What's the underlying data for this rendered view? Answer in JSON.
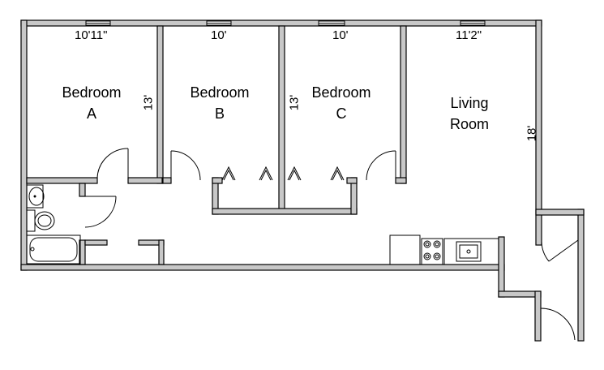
{
  "rooms": {
    "bedroom_a": {
      "name": "Bedroom",
      "letter": "A",
      "width": "10'11\"",
      "depth": "13'"
    },
    "bedroom_b": {
      "name": "Bedroom",
      "letter": "B",
      "width": "10'"
    },
    "bedroom_c": {
      "name": "Bedroom",
      "letter": "C",
      "width": "10'",
      "depth": "13'"
    },
    "living_room": {
      "line1": "Living",
      "line2": "Room",
      "width": "11'2\"",
      "depth": "18'"
    }
  },
  "colors": {
    "wall_fill": "#c8c8c8",
    "line": "#000000",
    "background": "#ffffff"
  }
}
